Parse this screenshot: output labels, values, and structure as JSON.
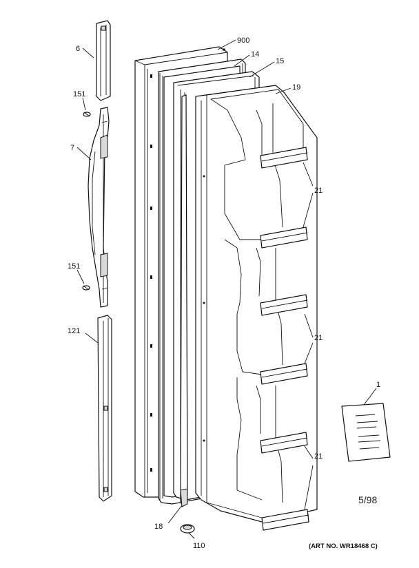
{
  "labels": {
    "p6": "6",
    "p151a": "151",
    "p7": "7",
    "p151b": "151",
    "p121": "121",
    "p900": "900",
    "p14": "14",
    "p15": "15",
    "p19": "19",
    "p21a": "21",
    "p21b": "21",
    "p21c": "21",
    "p18": "18",
    "p110": "110",
    "p1": "1"
  },
  "footer": {
    "date": "5/98",
    "art_no": "(ART NO. WR18468 C)"
  }
}
